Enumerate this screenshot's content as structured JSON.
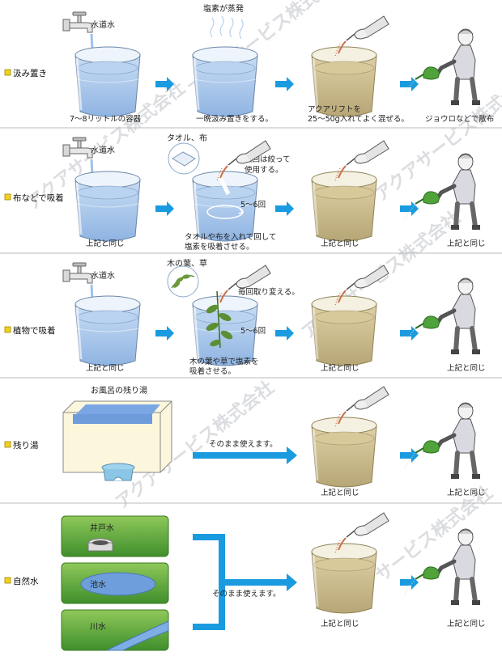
{
  "rows": [
    {
      "label": "汲み置き",
      "tap_label": "水道水",
      "chlorine_label": "塩素が蒸発",
      "step1_caption": "7～8リットルの容器",
      "step2_caption": "一晩汲み置きをする。",
      "step3_caption_line1": "アクアリフトを",
      "step3_caption_line2": "25～50g入れてよく混ぜる。",
      "step4_caption": "ジョウロなどで散布"
    },
    {
      "label": "布などで吸着",
      "tap_label": "水道水",
      "material_label": "タオル、布",
      "note_line1": "次回は絞って",
      "note_line2": "使用する。",
      "times_label": "5～6回",
      "step1_caption": "上記と同じ",
      "step2_caption_line1": "タオルや布を入れて回して",
      "step2_caption_line2": "塩素を吸着させる。",
      "step3_caption": "上記と同じ",
      "step4_caption": "上記と同じ"
    },
    {
      "label": "植物で吸着",
      "tap_label": "水道水",
      "material_label": "木の葉、草",
      "note_line1": "毎回取り変える。",
      "times_label": "5～6回",
      "step1_caption": "上記と同じ",
      "step2_caption_line1": "木の葉や草で塩素を",
      "step2_caption_line2": "吸着させる。",
      "step3_caption": "上記と同じ",
      "step4_caption": "上記と同じ"
    },
    {
      "label": "残り湯",
      "source_label": "お風呂の残り湯",
      "arrow_caption": "そのまま使えます。",
      "step3_caption": "上記と同じ",
      "step4_caption": "上記と同じ"
    },
    {
      "label": "自然水",
      "source1_label": "井戸水",
      "source2_label": "池水",
      "source3_label": "川水",
      "arrow_caption": "そのまま使えます。",
      "step3_caption": "上記と同じ",
      "step4_caption": "上記と同じ"
    }
  ],
  "watermark": "アクアサービス株式会社",
  "colors": {
    "arrow": "#1a9be0",
    "water_clear": "#a9c8ec",
    "water_fert": "#c8b98a",
    "bullet": "#f2d21b",
    "separator": "#bbbbbb",
    "grass": "#55a335"
  },
  "icons": [
    "faucet-icon",
    "bucket-icon",
    "hand-icon",
    "gardener-icon",
    "towel-icon",
    "leaf-icon",
    "bathtub-icon",
    "stool-icon",
    "well-icon",
    "pond-icon",
    "river-icon",
    "arrow-icon"
  ]
}
